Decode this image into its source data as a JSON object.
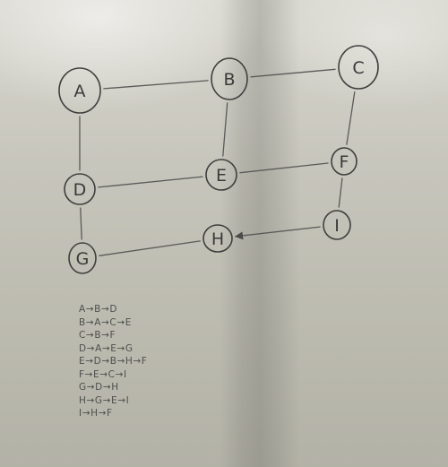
{
  "nodes": [
    {
      "id": "A",
      "label": "A"
    },
    {
      "id": "B",
      "label": "B"
    },
    {
      "id": "C",
      "label": "C"
    },
    {
      "id": "D",
      "label": "D"
    },
    {
      "id": "E",
      "label": "E"
    },
    {
      "id": "F",
      "label": "F"
    },
    {
      "id": "G",
      "label": "G"
    },
    {
      "id": "H",
      "label": "H"
    },
    {
      "id": "I",
      "label": "I"
    }
  ],
  "edges": [
    {
      "from": "A",
      "to": "B",
      "directed": false
    },
    {
      "from": "B",
      "to": "C",
      "directed": false
    },
    {
      "from": "A",
      "to": "D",
      "directed": false
    },
    {
      "from": "B",
      "to": "E",
      "directed": false
    },
    {
      "from": "C",
      "to": "F",
      "directed": false
    },
    {
      "from": "D",
      "to": "E",
      "directed": false
    },
    {
      "from": "E",
      "to": "F",
      "directed": false
    },
    {
      "from": "D",
      "to": "G",
      "directed": false
    },
    {
      "from": "F",
      "to": "I",
      "directed": false
    },
    {
      "from": "G",
      "to": "H",
      "directed": false
    },
    {
      "from": "I",
      "to": "H",
      "directed": true
    }
  ],
  "adjacency_list": [
    "A→B→D",
    "B→A→C→E",
    "C→B→F",
    "D→A→E→G",
    "E→D→B→H→F",
    "F→E→C→I",
    "G→D→H",
    "H→G→E→I",
    "I→H→F"
  ],
  "colors": {
    "marker": "#3f3f3e",
    "board": "#c7c6bc"
  }
}
